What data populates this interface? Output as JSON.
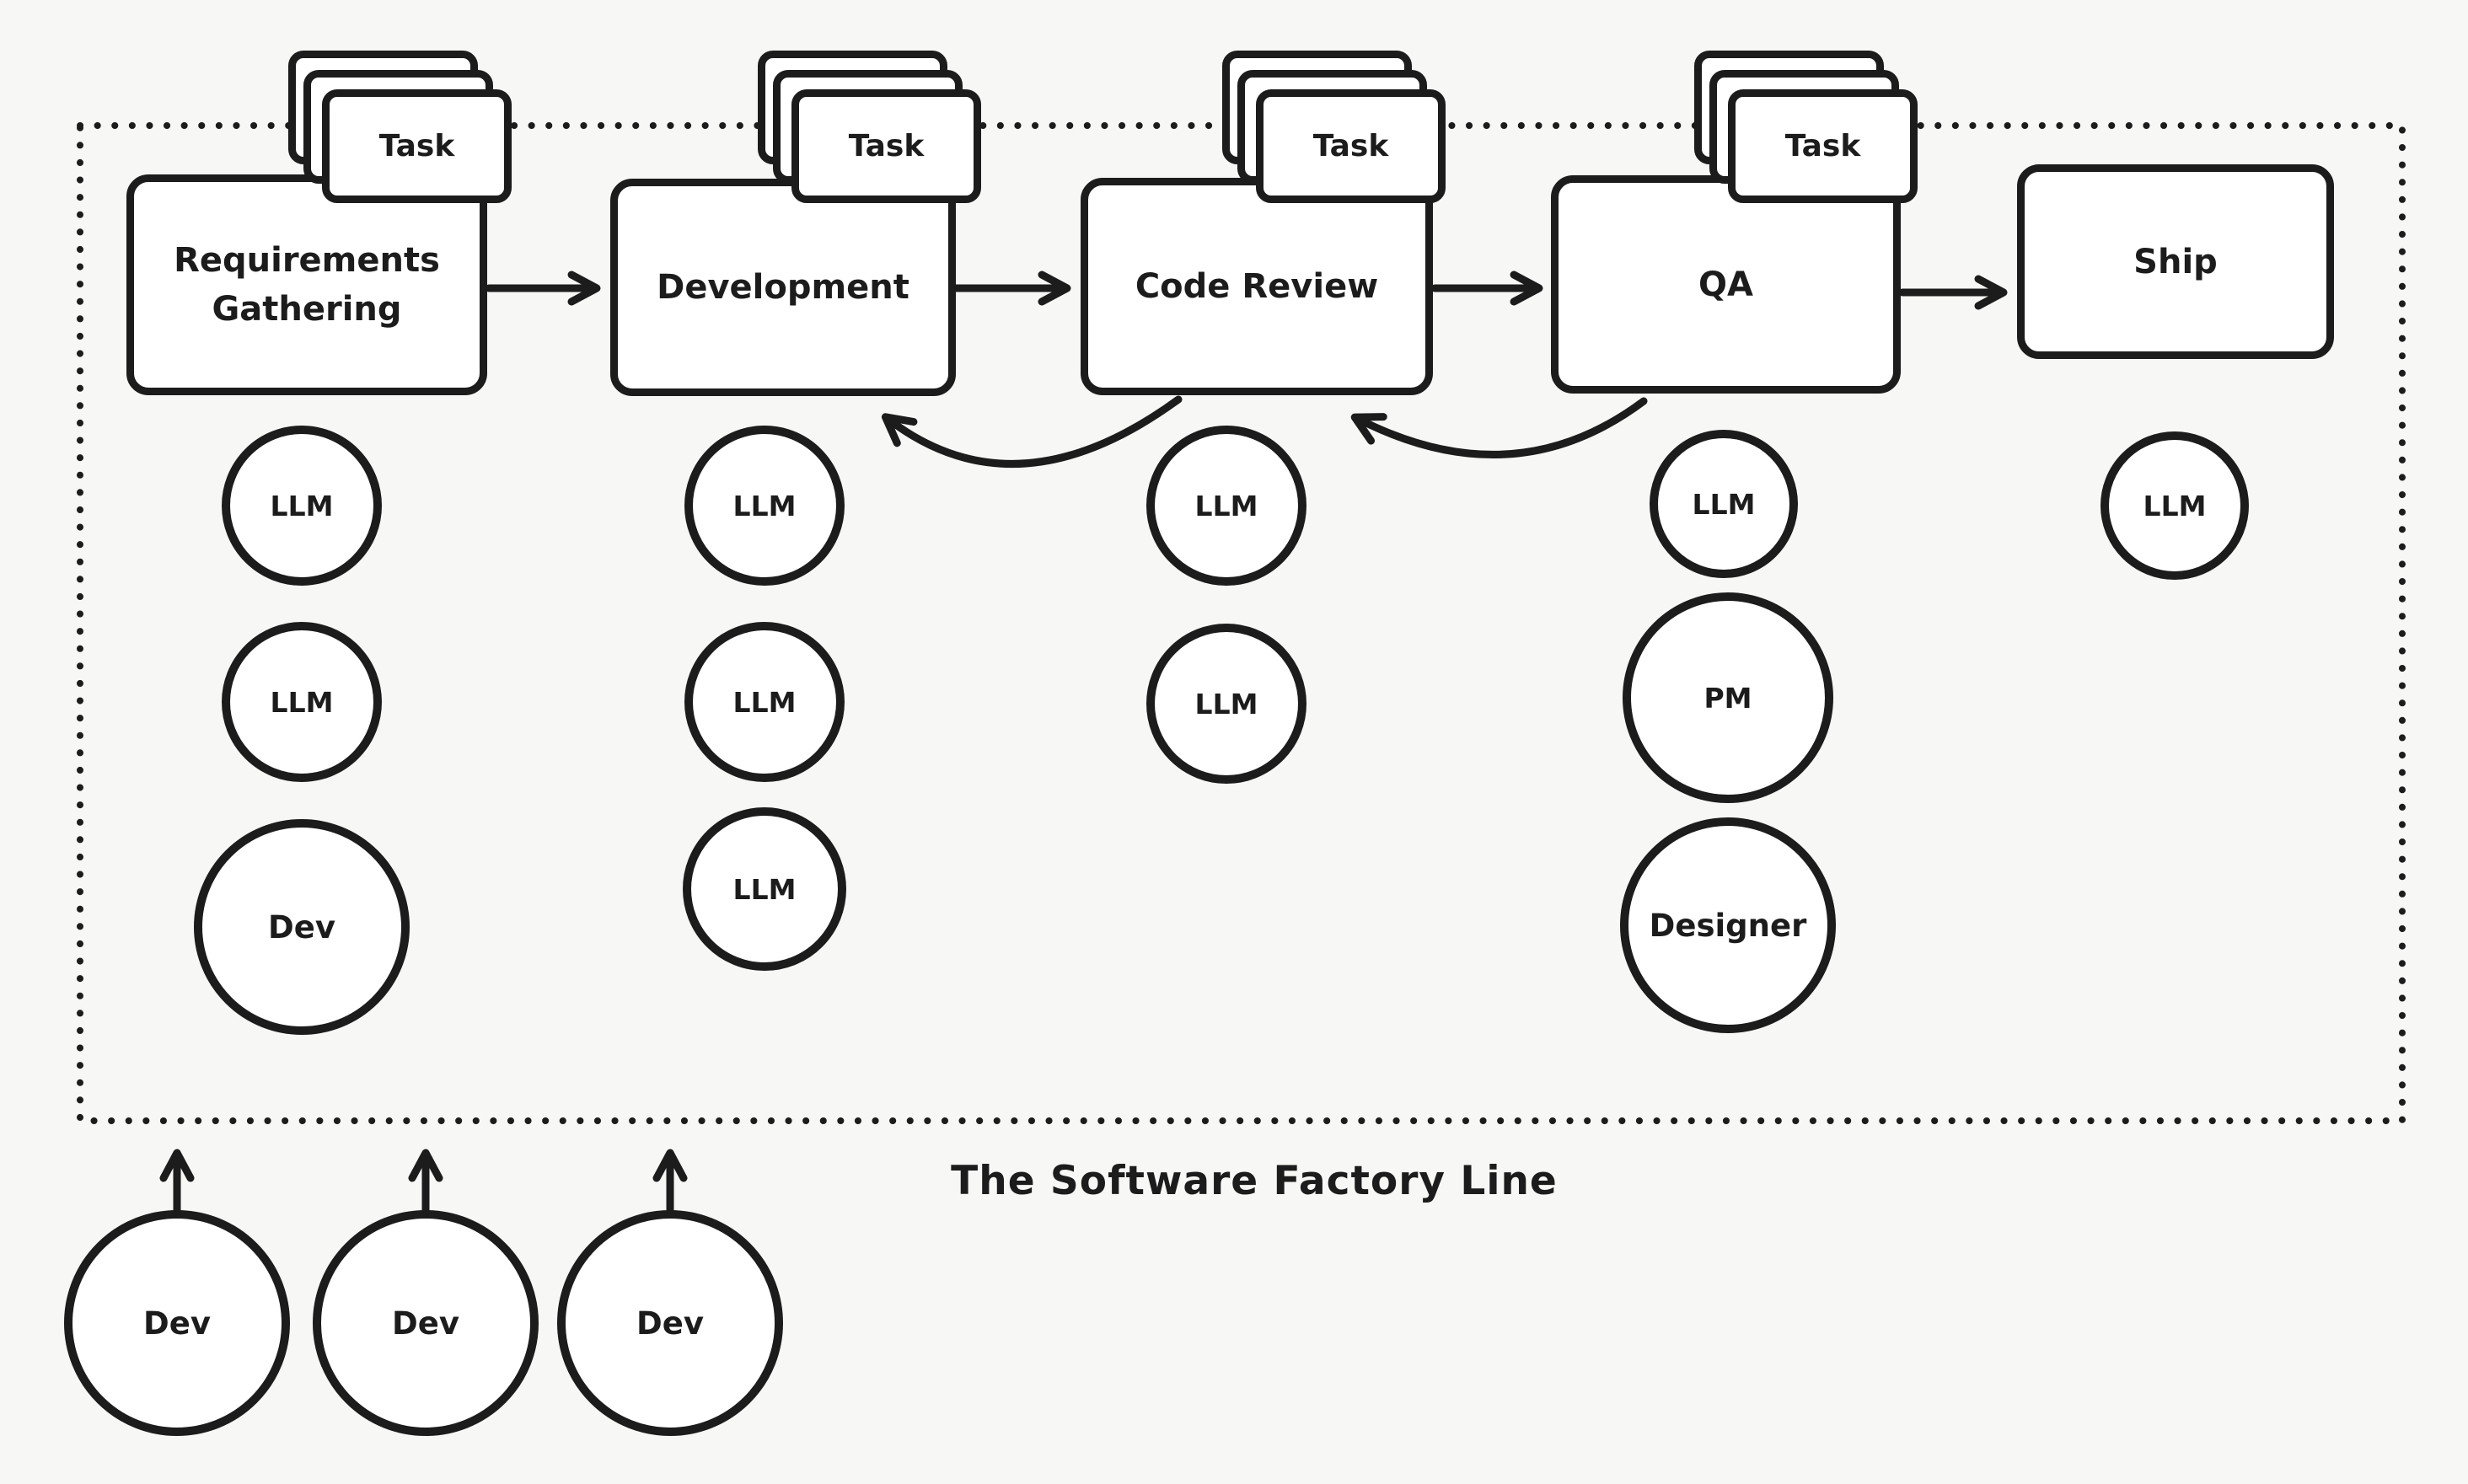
{
  "diagram": {
    "title": "The Software Factory Line",
    "task_label": "Task",
    "stages": [
      {
        "label": "Requirements Gathering",
        "task_stack": true,
        "agents": [
          "LLM",
          "LLM",
          "Dev"
        ]
      },
      {
        "label": "Development",
        "task_stack": true,
        "agents": [
          "LLM",
          "LLM",
          "LLM"
        ]
      },
      {
        "label": "Code Review",
        "task_stack": true,
        "agents": [
          "LLM",
          "LLM"
        ]
      },
      {
        "label": "QA",
        "task_stack": true,
        "agents": [
          "LLM",
          "PM",
          "Designer"
        ]
      },
      {
        "label": "Ship",
        "task_stack": false,
        "agents": [
          "LLM"
        ]
      }
    ],
    "flow_arrows": [
      {
        "from": "Requirements Gathering",
        "to": "Development"
      },
      {
        "from": "Development",
        "to": "Code Review"
      },
      {
        "from": "Code Review",
        "to": "QA"
      },
      {
        "from": "QA",
        "to": "Ship"
      }
    ],
    "feedback_arrows": [
      {
        "from": "Code Review",
        "to": "Development"
      },
      {
        "from": "QA",
        "to": "Code Review"
      }
    ],
    "external_devs": [
      "Dev",
      "Dev",
      "Dev"
    ],
    "colors": {
      "background": "#f7f7f5",
      "stroke": "#1c1c1c",
      "shape_fill": "#ffffff"
    }
  }
}
